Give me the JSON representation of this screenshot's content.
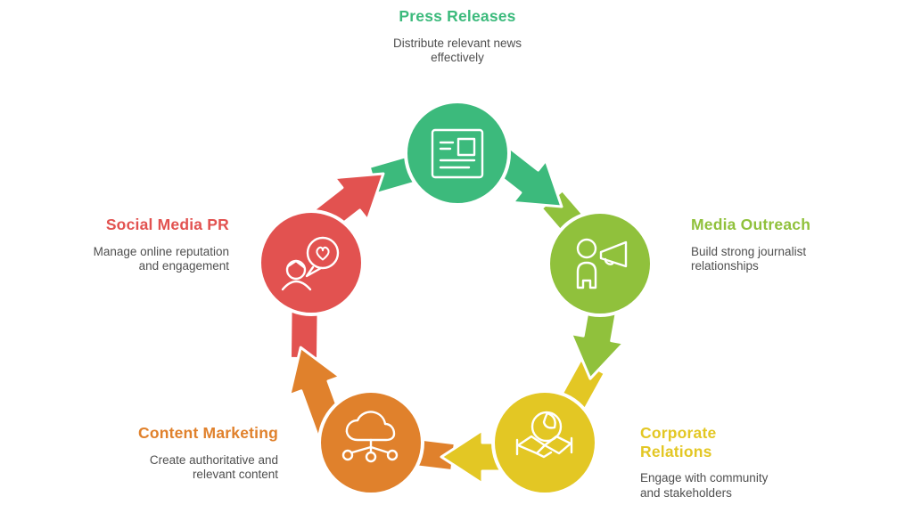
{
  "page": {
    "background": "#ffffff",
    "text_color": "#4f4f4f"
  },
  "diagram": {
    "type": "cycle",
    "flow": "clockwise",
    "nodes": [
      {
        "position": "top",
        "label": "Press Releases",
        "description": "Distribute relevant news effectively",
        "color": "#3cba7c",
        "icon": "newspaper-icon"
      },
      {
        "position": "right",
        "label": "Media Outreach",
        "description": "Build strong journalist relationships",
        "color": "#90c13c",
        "icon": "person-megaphone-icon"
      },
      {
        "position": "bottom-right",
        "label": "Corporate Relations",
        "description": "Engage with community and stakeholders",
        "color": "#e3c724",
        "icon": "handshake-globe-icon"
      },
      {
        "position": "bottom-left",
        "label": "Content Marketing",
        "description": "Create authoritative and relevant content",
        "color": "#e0812c",
        "icon": "cloud-network-icon"
      },
      {
        "position": "left",
        "label": "Social Media PR",
        "description": "Manage online reputation and engagement",
        "color": "#e25250",
        "icon": "person-heart-bubble-icon"
      }
    ]
  }
}
